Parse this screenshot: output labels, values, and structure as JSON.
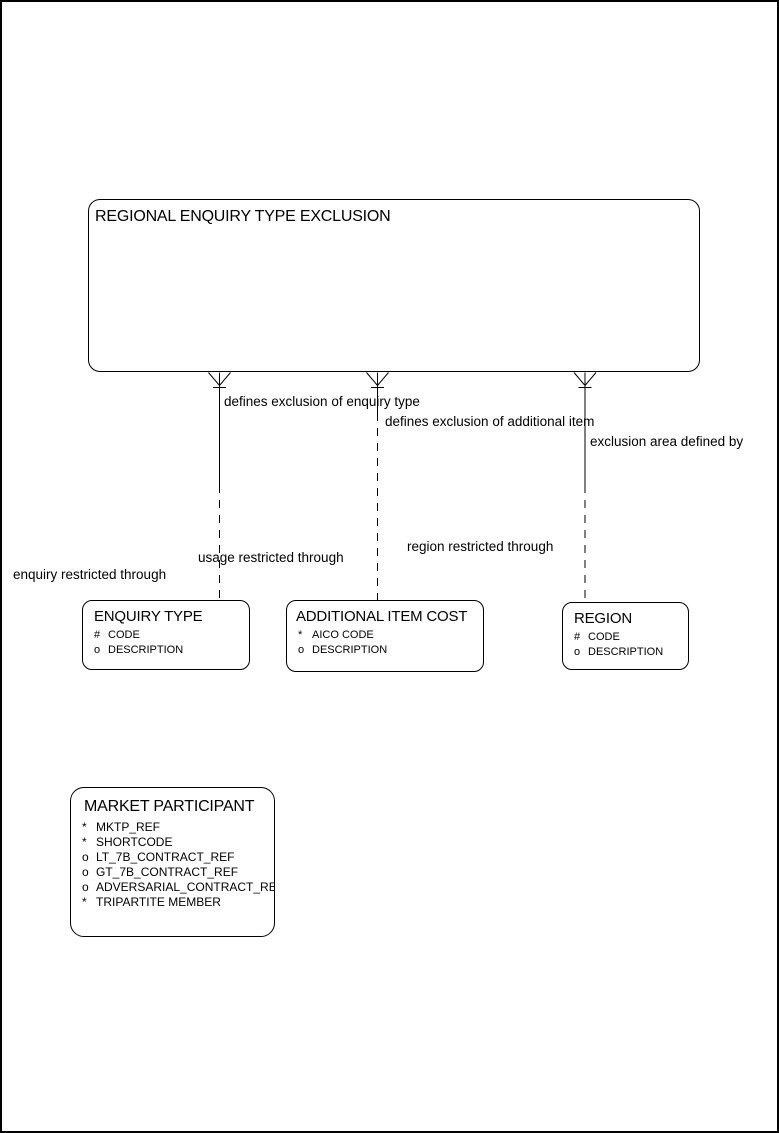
{
  "colors": {
    "background": "#ffffff",
    "line": "#000000",
    "text": "#000000"
  },
  "diagram": {
    "main_entity": {
      "title": "REGIONAL ENQUIRY TYPE EXCLUSION"
    },
    "relationships": [
      {
        "top_label": "defines exclusion of enquiry type",
        "bottom_label": "enquiry restricted through"
      },
      {
        "top_label": "defines exclusion of additional item",
        "bottom_label": "usage restricted through"
      },
      {
        "top_label": "exclusion area defined by",
        "bottom_label": "region restricted through"
      }
    ],
    "entities": [
      {
        "title": "ENQUIRY TYPE",
        "attributes": [
          {
            "marker": "#",
            "name": "CODE"
          },
          {
            "marker": "o",
            "name": "DESCRIPTION"
          }
        ]
      },
      {
        "title": "ADDITIONAL ITEM COST",
        "attributes": [
          {
            "marker": "*",
            "name": "AICO CODE"
          },
          {
            "marker": "o",
            "name": "DESCRIPTION"
          }
        ]
      },
      {
        "title": "REGION",
        "attributes": [
          {
            "marker": "#",
            "name": "CODE"
          },
          {
            "marker": "o",
            "name": "DESCRIPTION"
          }
        ]
      },
      {
        "title": "MARKET PARTICIPANT",
        "attributes": [
          {
            "marker": "*",
            "name": "MKTP_REF"
          },
          {
            "marker": "*",
            "name": "SHORTCODE"
          },
          {
            "marker": "o",
            "name": "LT_7B_CONTRACT_REF"
          },
          {
            "marker": "o",
            "name": "GT_7B_CONTRACT_REF"
          },
          {
            "marker": "o",
            "name": "ADVERSARIAL_CONTRACT_REF"
          },
          {
            "marker": "*",
            "name": "TRIPARTITE MEMBER"
          }
        ]
      }
    ]
  }
}
